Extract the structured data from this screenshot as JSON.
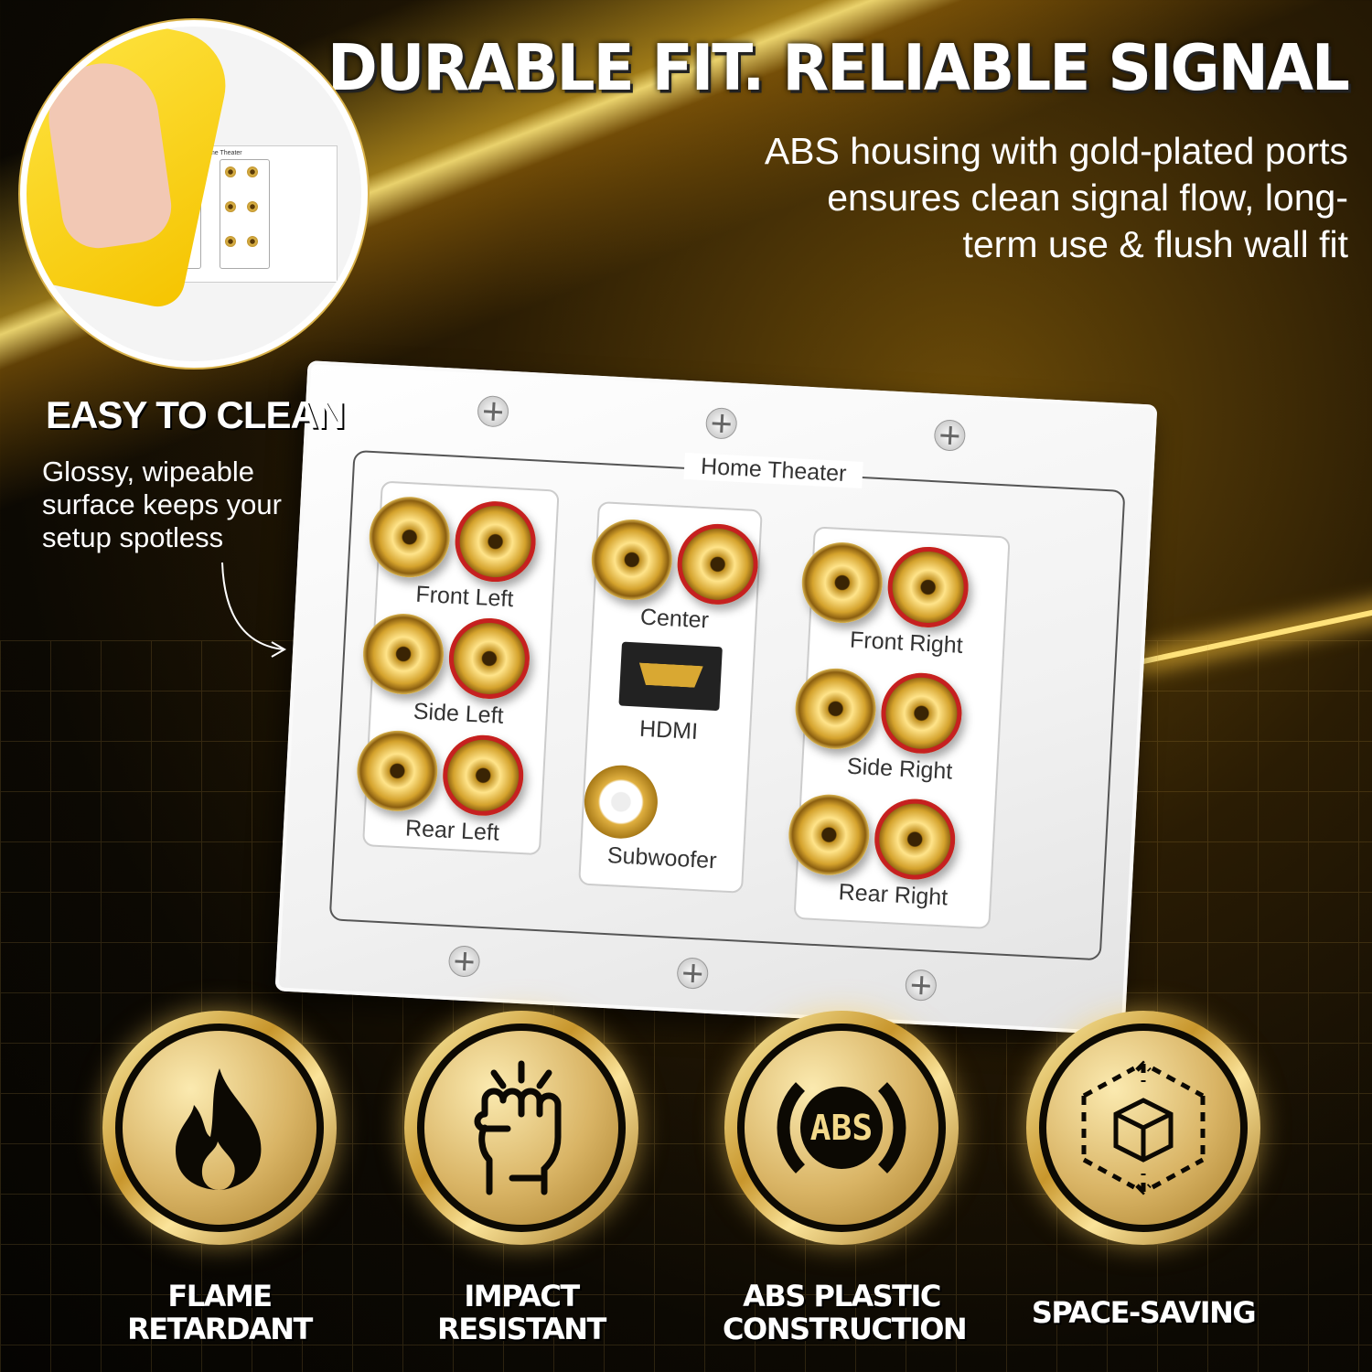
{
  "headline": "DURABLE FIT. RELIABLE SIGNAL",
  "subheadline": "ABS housing with gold-plated ports ensures clean signal flow, long-term use & flush wall fit",
  "easy_clean": {
    "title": "EASY TO CLEAN",
    "text": "Glossy, wipeable surface keeps your setup spotless"
  },
  "plate": {
    "title": "Home Theater",
    "left": [
      "Front Left",
      "Side Left",
      "Rear Left"
    ],
    "center": {
      "speaker": "Center",
      "hdmi": "HDMI",
      "sub": "Subwoofer"
    },
    "right": [
      "Front Right",
      "Side Right",
      "Rear Right"
    ]
  },
  "features": [
    {
      "icon": "flame-icon",
      "label_1": "FLAME",
      "label_2": "RETARDANT"
    },
    {
      "icon": "fist-icon",
      "label_1": "IMPACT",
      "label_2": "RESISTANT"
    },
    {
      "icon": "abs-icon",
      "label_1": "ABS PLASTIC",
      "label_2": "CONSTRUCTION",
      "badge": "ABS"
    },
    {
      "icon": "cube-icon",
      "label_1": "SPACE-SAVING",
      "label_2": ""
    }
  ],
  "colors": {
    "gold": "#d4a22c",
    "background": "#0c0903",
    "text": "#ffffff"
  }
}
